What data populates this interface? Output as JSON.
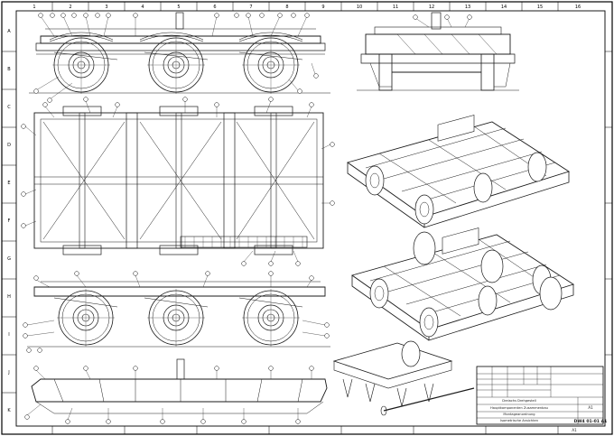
{
  "sheet": {
    "columns_top": [
      "1",
      "2",
      "3",
      "4",
      "5",
      "6",
      "7",
      "8",
      "9",
      "10",
      "11",
      "12",
      "13",
      "14",
      "15",
      "16"
    ],
    "rows_left": [
      "A",
      "B",
      "C",
      "D",
      "E",
      "F",
      "G",
      "H",
      "I",
      "J",
      "K"
    ],
    "columns_bottom": [
      "",
      "",
      "",
      "",
      "",
      "",
      "",
      "",
      "",
      "",
      "",
      "",
      "",
      "",
      "",
      ""
    ]
  },
  "title_block": {
    "title_line_1": "Dreiachs Drehgestell",
    "title_line_2": "Hauptkomponenten Zusammenbau",
    "title_line_3": "Montageanordnung",
    "title_line_4": "Isometrische Ansichten",
    "drawing_number": "DW4 01-01 A1",
    "sheet_size": "A1",
    "revision_label": "A1"
  },
  "colors": {
    "line": "#1a1a1a",
    "background": "#ffffff",
    "frame": "#000000"
  }
}
